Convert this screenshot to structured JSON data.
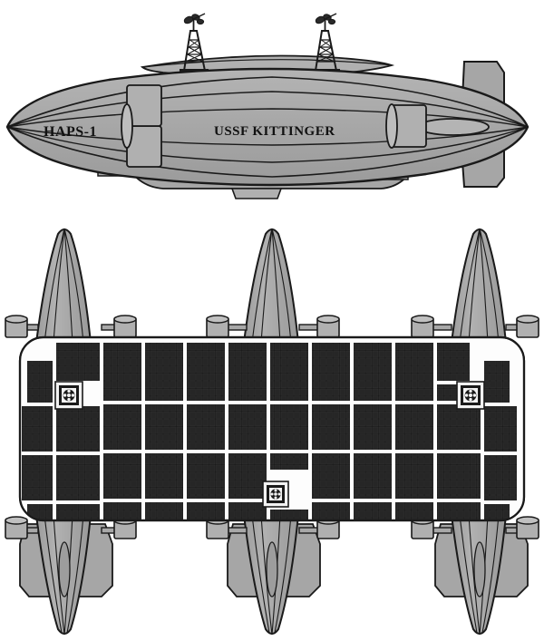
{
  "document": {
    "type": "technical-illustration",
    "subject": "High Altitude Platform Station airship",
    "views": [
      "side-elevation",
      "plan-top-view"
    ],
    "background_color": "#ffffff"
  },
  "palette": {
    "hull_fill": "#a6a6a6",
    "hull_fill_light": "#b8b8b8",
    "hull_fill_dark": "#9a9a9a",
    "outline": "#1a1a1a",
    "panel_black": "#151515",
    "panel_cell": "#2c2c2c",
    "deck_white": "#fdfdfd",
    "text_color": "#111111"
  },
  "side_view": {
    "name": "side-elevation",
    "hull_markings": {
      "bow_label": "HAPS-1",
      "midship_label": "USSF KITTINGER"
    },
    "dorsal_platform": {
      "label": "dorsal antenna deck",
      "pedestals": 2
    },
    "masts": [
      {
        "id": "mast-forward",
        "type": "lattice-tower",
        "antennas": "dish-cluster"
      },
      {
        "id": "mast-aft",
        "type": "lattice-tower",
        "antennas": "dish-cluster"
      }
    ],
    "engine_nacelles": 2,
    "tail_fin": "vertical-stabilizer",
    "gondola": "ventral-gondola",
    "ventral_pod": "ventral-sensor-pod"
  },
  "plan_view": {
    "name": "plan-top-view",
    "hulls": 3,
    "hull_labels": [
      "port-hull",
      "center-hull",
      "starboard-hull"
    ],
    "tail_fins": 3,
    "nacelle_pods": 8,
    "solar_array": {
      "label": "solar panel array",
      "columns": 12,
      "rows": 4,
      "edge_columns": 2,
      "cell_grid_cols": 6,
      "cell_grid_rows": 5
    },
    "hatches": [
      {
        "id": "hatch-port-forward",
        "icon": "rotor-fan-icon"
      },
      {
        "id": "hatch-starboard-forward",
        "icon": "rotor-fan-icon"
      },
      {
        "id": "hatch-center-aft",
        "icon": "rotor-fan-icon"
      }
    ]
  }
}
